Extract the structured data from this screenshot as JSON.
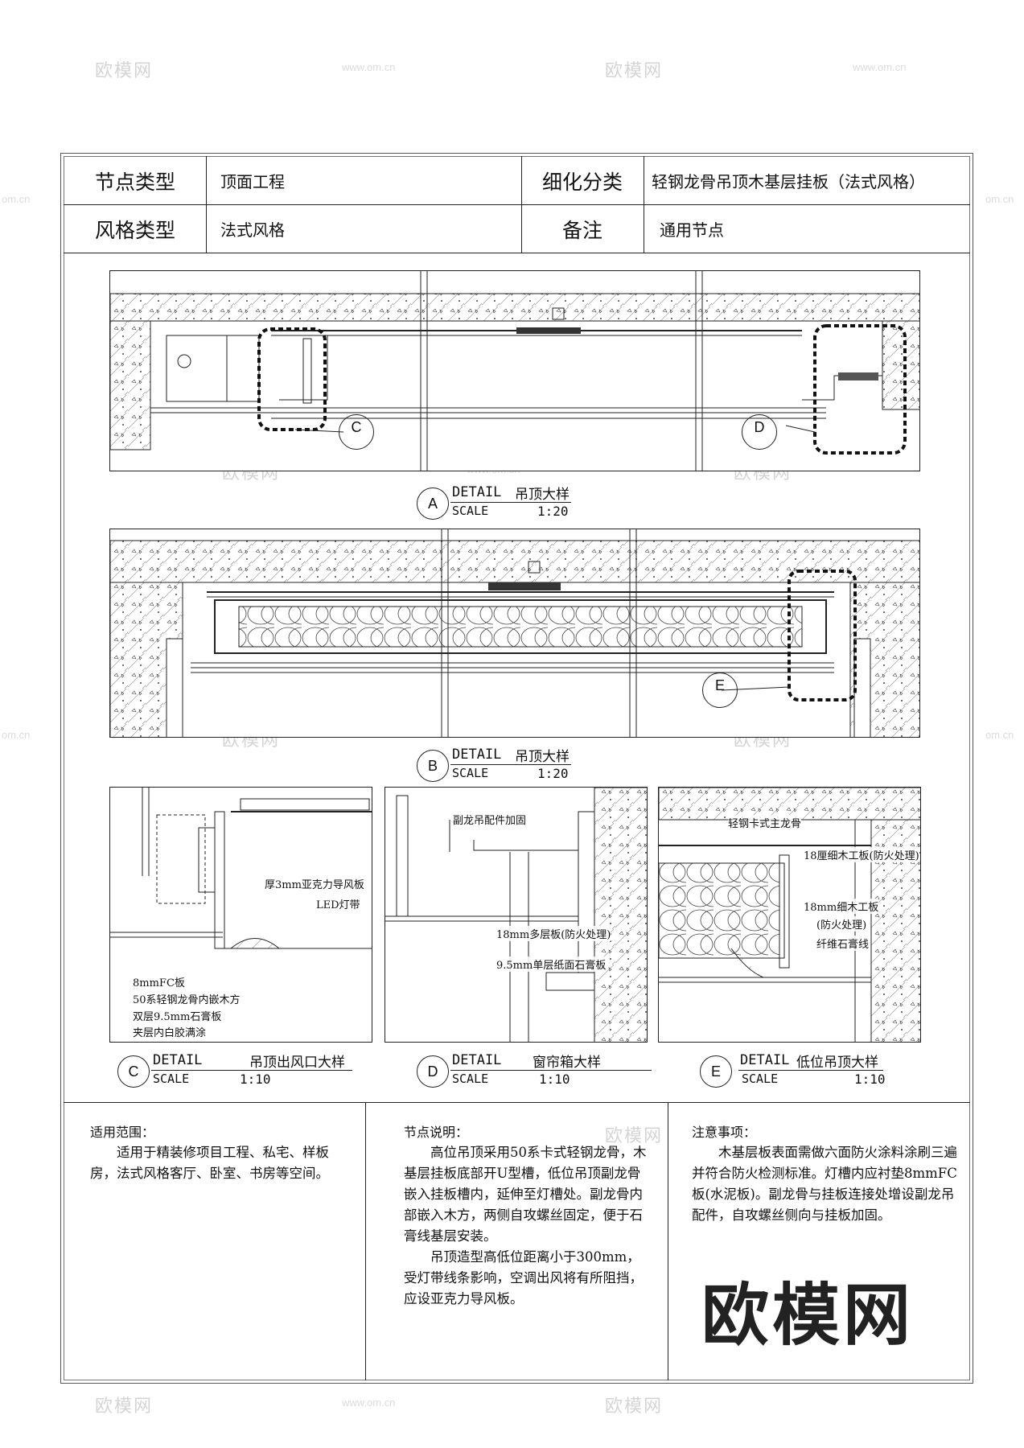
{
  "header": {
    "node_type_label": "节点类型",
    "node_type_value": "顶面工程",
    "subcategory_label": "细化分类",
    "subcategory_value": "轻钢龙骨吊顶木基层挂板（法式风格）",
    "style_label": "风格类型",
    "style_value": "法式风格",
    "remark_label": "备注",
    "remark_value": "通用节点"
  },
  "details": {
    "a": {
      "letter": "A",
      "word": "DETAIL",
      "title": "吊顶大样",
      "scale_word": "SCALE",
      "ratio": "1:20"
    },
    "b": {
      "letter": "B",
      "word": "DETAIL",
      "title": "吊顶大样",
      "scale_word": "SCALE",
      "ratio": "1:20"
    },
    "c": {
      "letter": "C",
      "word": "DETAIL",
      "title": "吊顶出风口大样",
      "scale_word": "SCALE",
      "ratio": "1:10"
    },
    "d": {
      "letter": "D",
      "word": "DETAIL",
      "title": "窗帘箱大样",
      "scale_word": "SCALE",
      "ratio": "1:10"
    },
    "e": {
      "letter": "E",
      "word": "DETAIL",
      "title": "低位吊顶大样",
      "scale_word": "SCALE",
      "ratio": "1:10"
    }
  },
  "markers": {
    "c": "C",
    "d": "D",
    "e": "E"
  },
  "callouts": {
    "c1": "厚3mm亚克力导风板",
    "c2": "LED灯带",
    "c3": "8mmFC板",
    "c4": "50系轻钢龙骨内嵌木方",
    "c5": "双层9.5mm石膏板",
    "c6": "夹层内白胶满涂",
    "d1": "副龙吊配件加固",
    "d2": "18mm多层板(防火处理)",
    "d3": "9.5mm单层纸面石膏板",
    "e1": "轻钢卡式主龙骨",
    "e2": "18厘细木工板(防火处理)",
    "e3": "18mm细木工板",
    "e4": "(防火处理)",
    "e5": "纤维石膏线"
  },
  "notes": {
    "scope_title": "适用范围：",
    "scope_body": [
      "适用于精装修项目工程、私宅、样板房，法式风格客厅、卧室、书房等空间。"
    ],
    "desc_title": "节点说明：",
    "desc_body": [
      "高位吊顶采用50系卡式轻钢龙骨，木基层挂板底部开U型槽，低位吊顶副龙骨嵌入挂板槽内，延伸至灯槽处。副龙骨内部嵌入木方，两侧自攻螺丝固定，便于石膏线基层安装。",
      "吊顶造型高低位距离小于300mm，受灯带线条影响，空调出风将有所阻挡，应设亚克力导风板。"
    ],
    "caution_title": "注意事项：",
    "caution_body": [
      "木基层板表面需做六面防火涂料涂刷三遍并符合防火检测标准。灯槽内应衬垫8mmFC板(水泥板)。副龙骨与挂板连接处增设副龙吊配件，自攻螺丝侧向与挂板加固。"
    ]
  },
  "brand": "欧模网",
  "watermark": {
    "logo": "欧模网",
    "url": "www.om.cn",
    "edge": "om.cn"
  }
}
